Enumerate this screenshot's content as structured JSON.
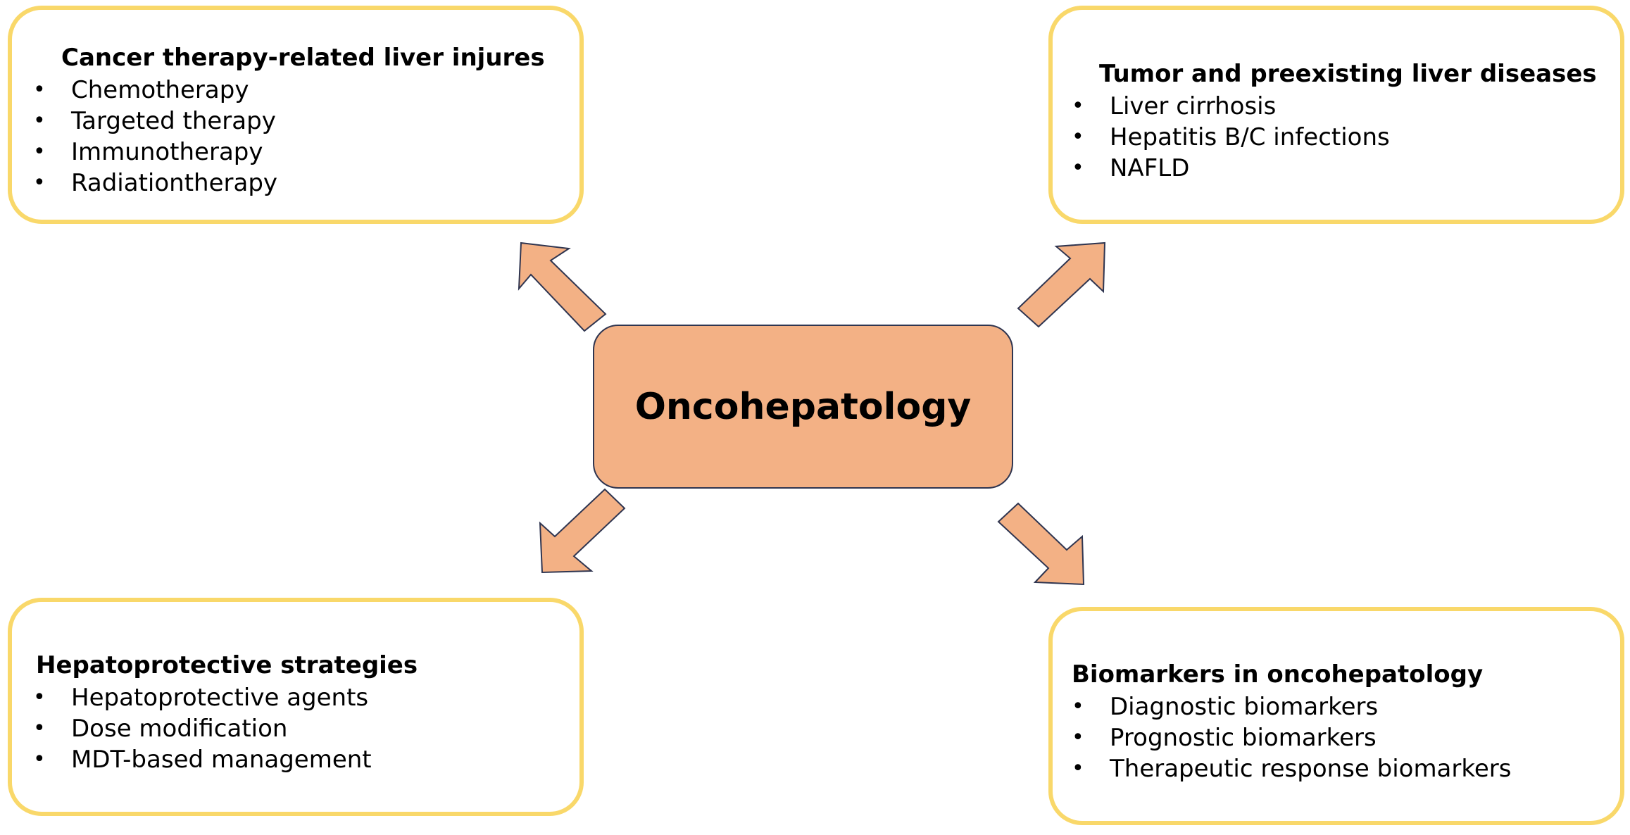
{
  "center": {
    "title": "Oncohepatology"
  },
  "boxes": {
    "top_left": {
      "title": "Cancer therapy-related liver injures",
      "items": [
        "Chemotherapy",
        "Targeted therapy",
        "Immunotherapy",
        "Radiationtherapy"
      ]
    },
    "top_right": {
      "title": "Tumor and preexisting liver diseases",
      "items": [
        "Liver cirrhosis",
        "Hepatitis B/C infections",
        "NAFLD"
      ]
    },
    "bottom_left": {
      "title": "Hepatoprotective strategies",
      "items": [
        "Hepatoprotective agents",
        "Dose modification",
        "MDT-based management"
      ]
    },
    "bottom_right": {
      "title": "Biomarkers in oncohepatology",
      "items": [
        "Diagnostic biomarkers",
        "Prognostic biomarkers",
        "Therapeutic response biomarkers"
      ]
    }
  },
  "colors": {
    "box_border": "#f9d86a",
    "center_fill": "#f3b185",
    "center_border": "#2f3550",
    "arrow_fill": "#f3b185",
    "arrow_stroke": "#2f3550"
  }
}
